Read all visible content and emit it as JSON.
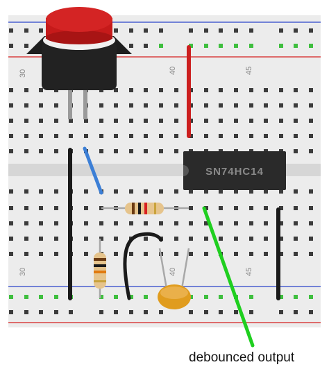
{
  "breadboard": {
    "column_numbers": [
      "30",
      "40",
      "45"
    ]
  },
  "components": {
    "ic_label": "SN74HC14"
  },
  "annotation": {
    "output_label": "debounced output"
  },
  "colors": {
    "board": "#ececec",
    "center_channel": "#d6d6d6",
    "rail_red": "#d94040",
    "rail_blue": "#4a5fd0",
    "hole": "#3b3b3b",
    "connected_hole": "#3fbf3f",
    "wire_red": "#cc1f1f",
    "wire_black": "#1a1a1a",
    "wire_blue": "#3c7fd6",
    "wire_green": "#1fcf1f",
    "button_cap": "#c61a1a",
    "capacitor": "#e09c1e",
    "ic_body": "#2a2a2a"
  }
}
